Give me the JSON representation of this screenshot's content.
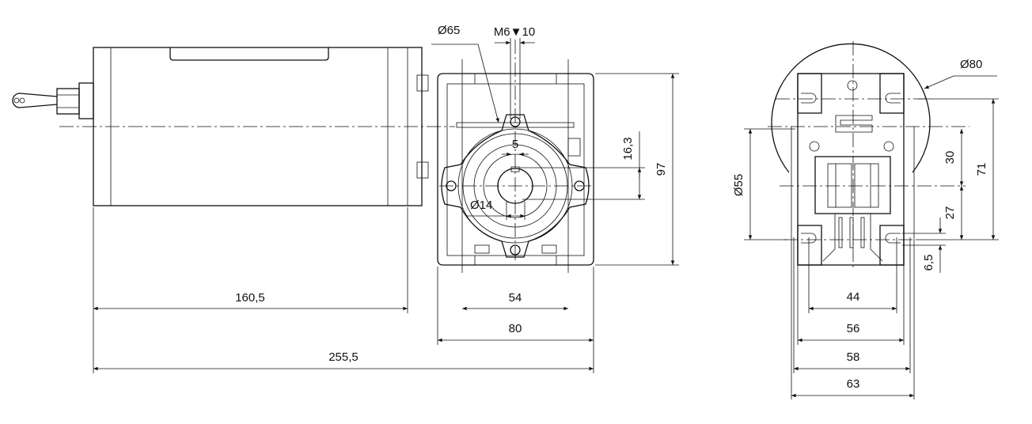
{
  "drawing": {
    "front_view": {
      "dim_motor_length": "160,5",
      "dim_total_length": "255,5",
      "dim_bolt_spacing": "54",
      "dim_gearbox_width": "80",
      "dim_gearbox_height": "97",
      "dim_shaft_height": "16,3",
      "dim_key_width": "5",
      "dim_bore": "Ø14",
      "dim_flange_diameter": "Ø65",
      "dim_thread": "M6▼10"
    },
    "side_view": {
      "dim_flange_outer": "Ø80",
      "dim_pilot": "Ø55",
      "dim_upper_height": "30",
      "dim_lower_height": "27",
      "dim_total_height": "71",
      "dim_foot": "6,5",
      "dim_44": "44",
      "dim_56": "56",
      "dim_58": "58",
      "dim_63": "63"
    }
  }
}
